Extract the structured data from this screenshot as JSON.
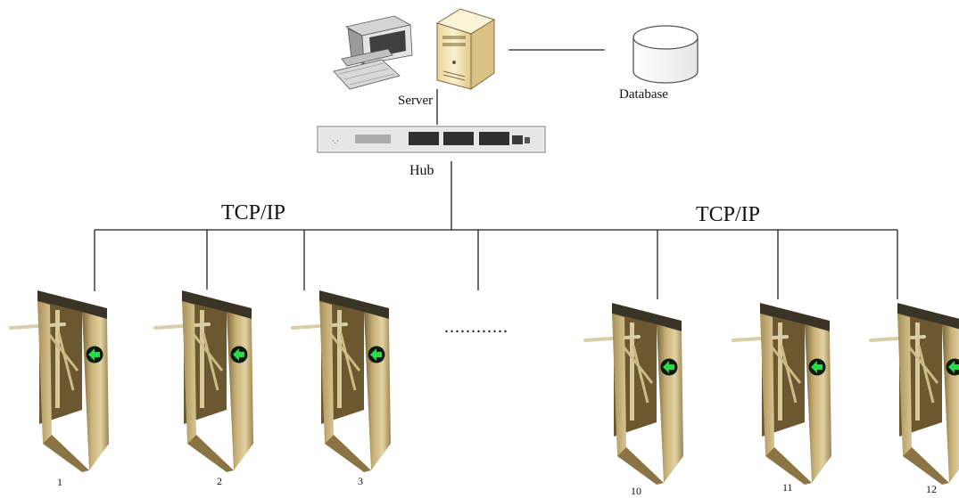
{
  "labels": {
    "server": "Server",
    "database": "Database",
    "hub": "Hub",
    "network_left": "TCP/IP",
    "network_right": "TCP/IP",
    "ellipsis": "............"
  },
  "turnstiles": [
    {
      "number": "1"
    },
    {
      "number": "2"
    },
    {
      "number": "3"
    },
    {
      "number": "10"
    },
    {
      "number": "11"
    },
    {
      "number": "12"
    }
  ],
  "colors": {
    "line": "#222222",
    "turnstile_body": "#b59a5c",
    "arrow_indicator": "#22dd44",
    "server_case": "#f2e3b4"
  },
  "icons": [
    "computer-icon",
    "server-icon",
    "database-icon",
    "hub-icon",
    "turnstile-icon",
    "arrow-indicator-icon"
  ]
}
